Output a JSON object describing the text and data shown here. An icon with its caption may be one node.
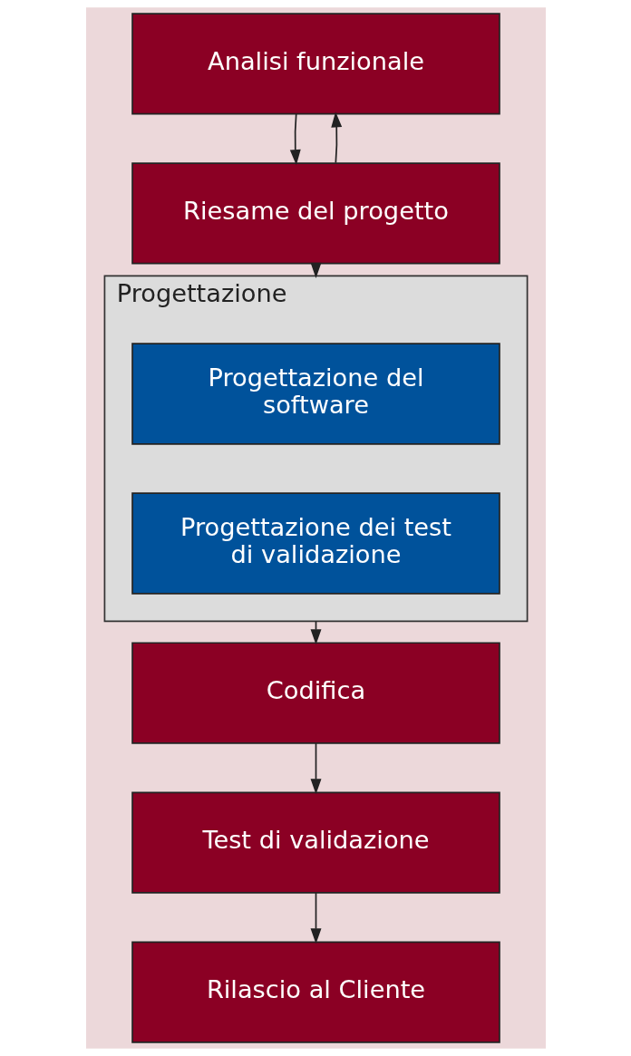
{
  "diagram": {
    "nodes": [
      {
        "text": [
          "Analisi funzionale"
        ]
      },
      {
        "text": [
          "Riesame del progetto"
        ]
      },
      {
        "text": [
          "Progettazione"
        ]
      },
      {
        "text": [
          "Progettazione del software"
        ],
        "in": 2
      },
      {
        "text": [
          "Progettazione dei test di validazione"
        ],
        "in": 2
      },
      {
        "text": [
          "Codifica"
        ]
      },
      {
        "text": [
          "Test di validazione"
        ]
      },
      {
        "text": [
          "Rilascio al Cliente"
        ]
      }
    ],
    "edges": [
      {
        "from": 0,
        "to": 1,
        "arrow": "to"
      },
      {
        "from": 1,
        "to": 0,
        "arrow": "to"
      },
      {
        "from": 1,
        "to": 2,
        "arrow": "to"
      },
      {
        "from": 2,
        "to": 5,
        "arrow": "to"
      },
      {
        "from": 5,
        "to": 6,
        "arrow": "to"
      },
      {
        "from": 6,
        "to": 7,
        "arrow": "to"
      }
    ]
  }
}
